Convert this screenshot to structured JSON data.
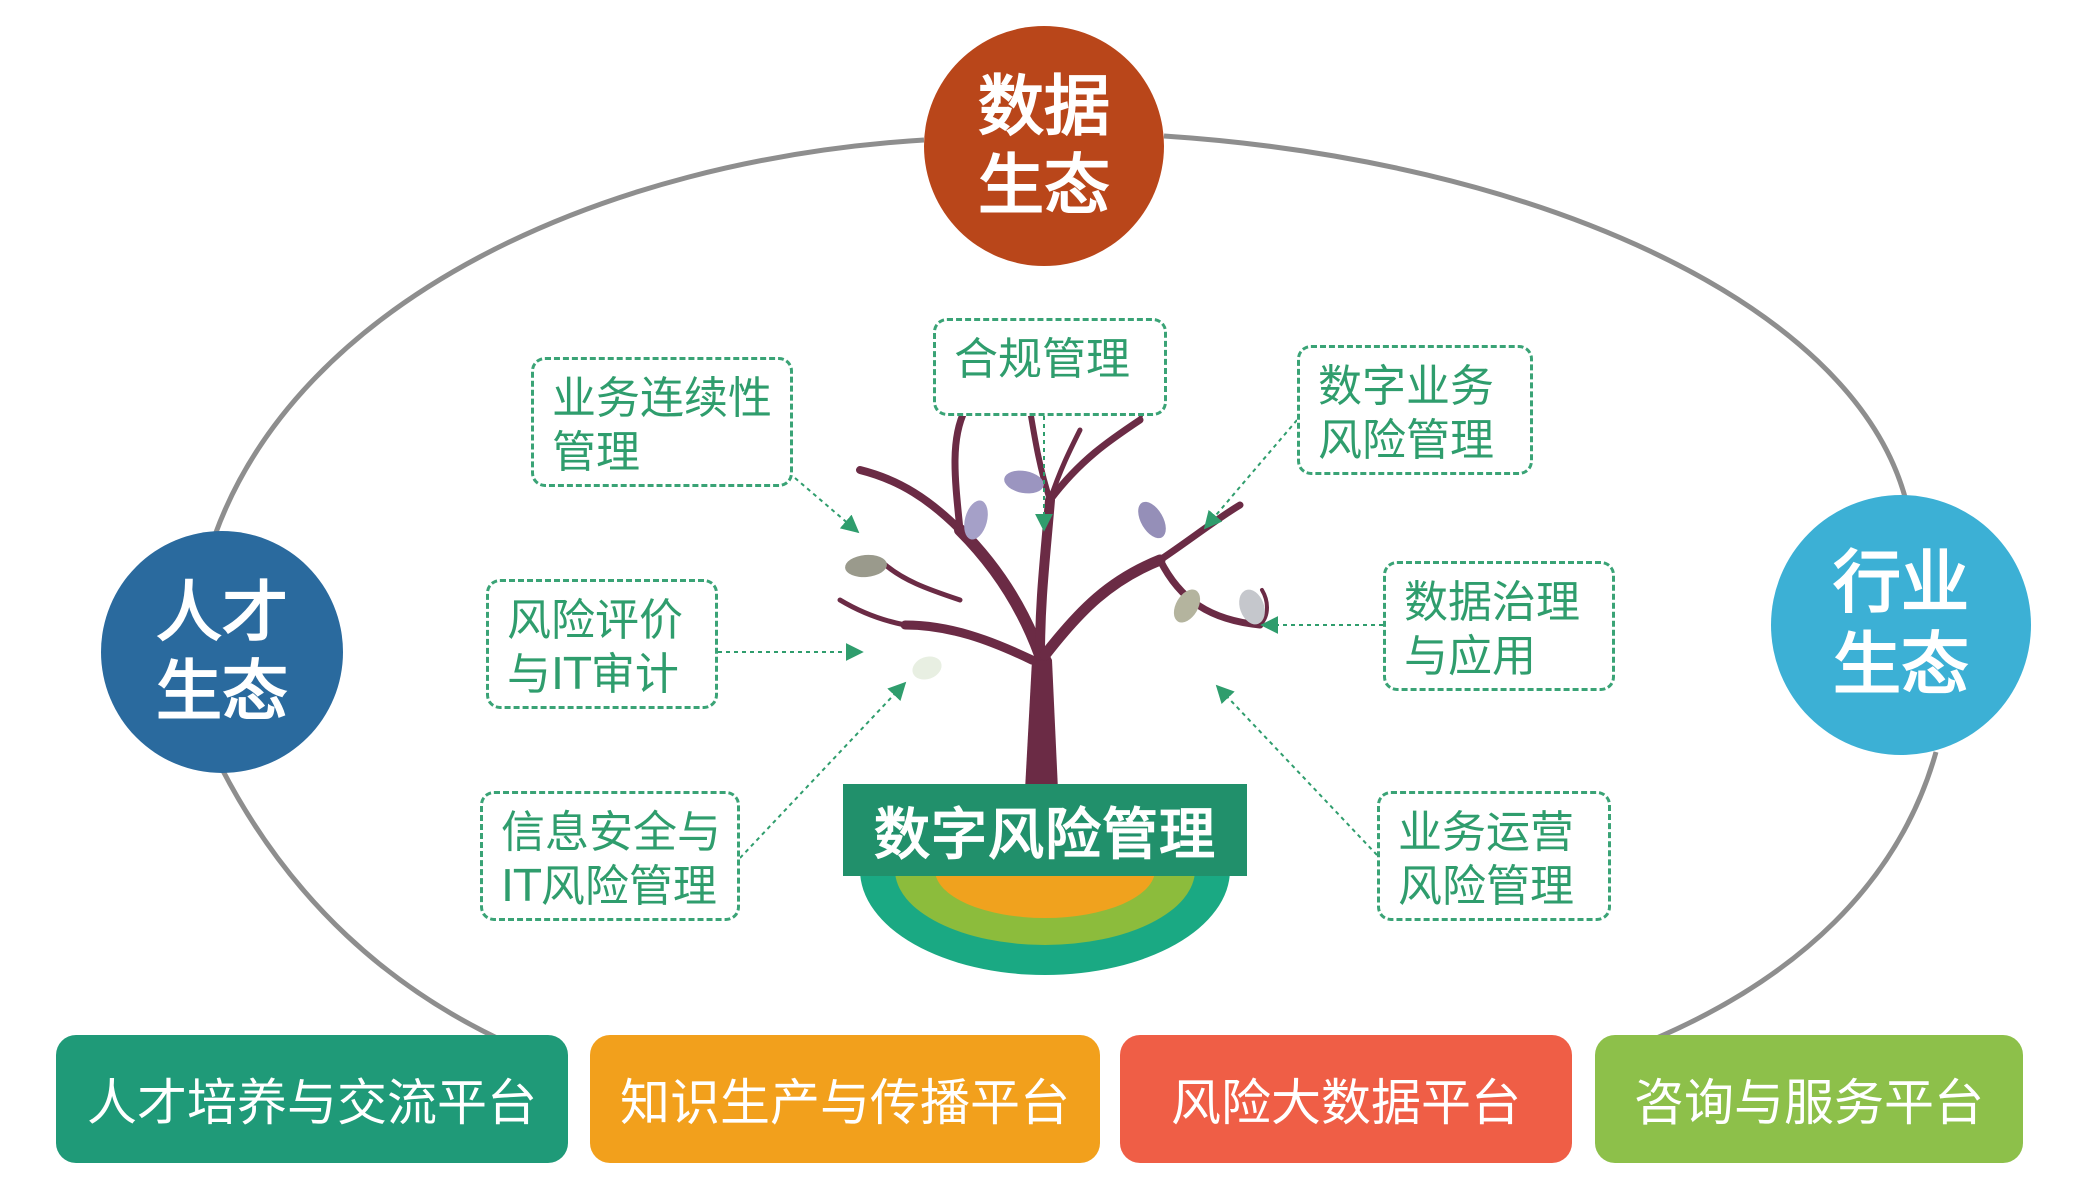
{
  "colors": {
    "data_ecosystem": "#b9461a",
    "talent_ecosystem": "#2a6a9e",
    "industry_ecosystem": "#3cb0d5",
    "dashed_border": "#3aa376",
    "box_text": "#2f9d6d",
    "center_label": "#21906b",
    "platform_talent": "#1f9a78",
    "platform_knowledge": "#f2a01c",
    "platform_bigdata": "#ef5e46",
    "platform_consult": "#8dc04a",
    "trunk": "#6b2b45"
  },
  "ecosystems": {
    "data": {
      "line1": "数据",
      "line2": "生态"
    },
    "talent": {
      "line1": "人才",
      "line2": "生态"
    },
    "industry": {
      "line1": "行业",
      "line2": "生态"
    }
  },
  "center": {
    "label": "数字风险管理"
  },
  "boxes": {
    "compliance": {
      "line1": "合规管理"
    },
    "continuity": {
      "line1": "业务连续性",
      "line2": "管理"
    },
    "biz_digital": {
      "line1": "数字业务",
      "line2": "风险管理"
    },
    "evaluation": {
      "line1": "风险评价",
      "line2": "与IT审计"
    },
    "governance": {
      "line1": "数据治理",
      "line2": "与应用"
    },
    "infosec": {
      "line1": "信息安全与",
      "line2": "IT风险管理"
    },
    "operations": {
      "line1": "业务运营",
      "line2": "风险管理"
    }
  },
  "platforms": {
    "talent": "人才培养与交流平台",
    "knowledge": "知识生产与传播平台",
    "bigdata": "风险大数据平台",
    "consult": "咨询与服务平台"
  },
  "icons": {
    "tree": "tree-icon",
    "leaf": "leaf-icon",
    "ground": "ground-arcs"
  }
}
